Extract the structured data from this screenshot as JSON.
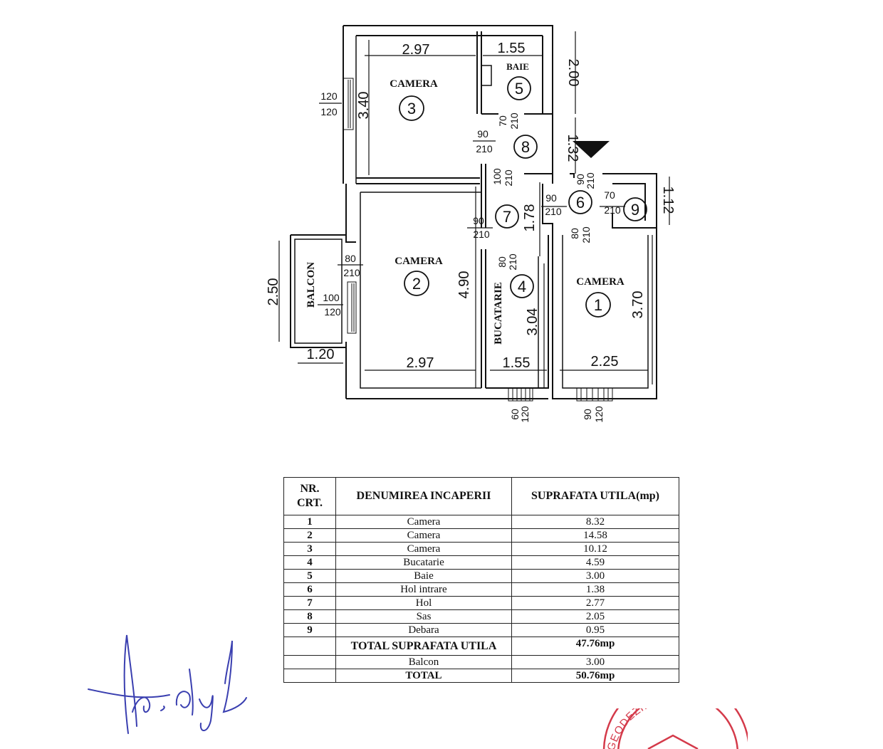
{
  "plan": {
    "rooms": [
      {
        "number": "1",
        "label": "CAMERA"
      },
      {
        "number": "2",
        "label": "CAMERA"
      },
      {
        "number": "3",
        "label": "CAMERA"
      },
      {
        "number": "4",
        "label": "BUCATARIE"
      },
      {
        "number": "5",
        "label": "BAIE"
      },
      {
        "number": "6",
        "label": ""
      },
      {
        "number": "7",
        "label": ""
      },
      {
        "number": "8",
        "label": ""
      },
      {
        "number": "9",
        "label": ""
      },
      {
        "number": "",
        "label": "BALCON"
      }
    ],
    "dimensions": [
      "2.97",
      "1.55",
      "2.00",
      "3.40",
      "1.32",
      "1.12",
      "1.78",
      "2.50",
      "4.90",
      "3.04",
      "3.70",
      "1.20",
      "2.97",
      "1.55",
      "2.25"
    ],
    "openings": [
      {
        "w": "120",
        "h": "120"
      },
      {
        "w": "90",
        "h": "210"
      },
      {
        "w": "70",
        "h": "210"
      },
      {
        "w": "100",
        "h": "210"
      },
      {
        "w": "90",
        "h": "210"
      },
      {
        "w": "90",
        "h": "210"
      },
      {
        "w": "90",
        "h": "210"
      },
      {
        "w": "70",
        "h": "210"
      },
      {
        "w": "80",
        "h": "210"
      },
      {
        "w": "80",
        "h": "210"
      },
      {
        "w": "80",
        "h": "210"
      },
      {
        "w": "100",
        "h": "120"
      },
      {
        "w": "60",
        "h": "120"
      },
      {
        "w": "90",
        "h": "120"
      }
    ]
  },
  "table": {
    "headers": [
      "NR. CRT.",
      "DENUMIREA INCAPERII",
      "SUPRAFATA UTILA(mp)"
    ],
    "rows": [
      {
        "nr": "1",
        "name": "Camera",
        "area": "8.32"
      },
      {
        "nr": "2",
        "name": "Camera",
        "area": "14.58"
      },
      {
        "nr": "3",
        "name": "Camera",
        "area": "10.12"
      },
      {
        "nr": "4",
        "name": "Bucatarie",
        "area": "4.59"
      },
      {
        "nr": "5",
        "name": "Baie",
        "area": "3.00"
      },
      {
        "nr": "6",
        "name": "Hol intrare",
        "area": "1.38"
      },
      {
        "nr": "7",
        "name": "Hol",
        "area": "2.77"
      },
      {
        "nr": "8",
        "name": "Sas",
        "area": "2.05"
      },
      {
        "nr": "9",
        "name": "Debara",
        "area": "0.95"
      }
    ],
    "total_useful_label": "TOTAL SUPRAFATA UTILA",
    "total_useful_value": "47.76mp",
    "balcony_label": "Balcon",
    "balcony_value": "3.00",
    "total_label": "TOTAL",
    "total_value": "50.76mp"
  },
  "stamp": {
    "text": "GEODEZIE SI CARTO"
  },
  "colors": {
    "ink": "#111111",
    "signature": "#3a3fb0",
    "stamp": "#d43a4a"
  }
}
